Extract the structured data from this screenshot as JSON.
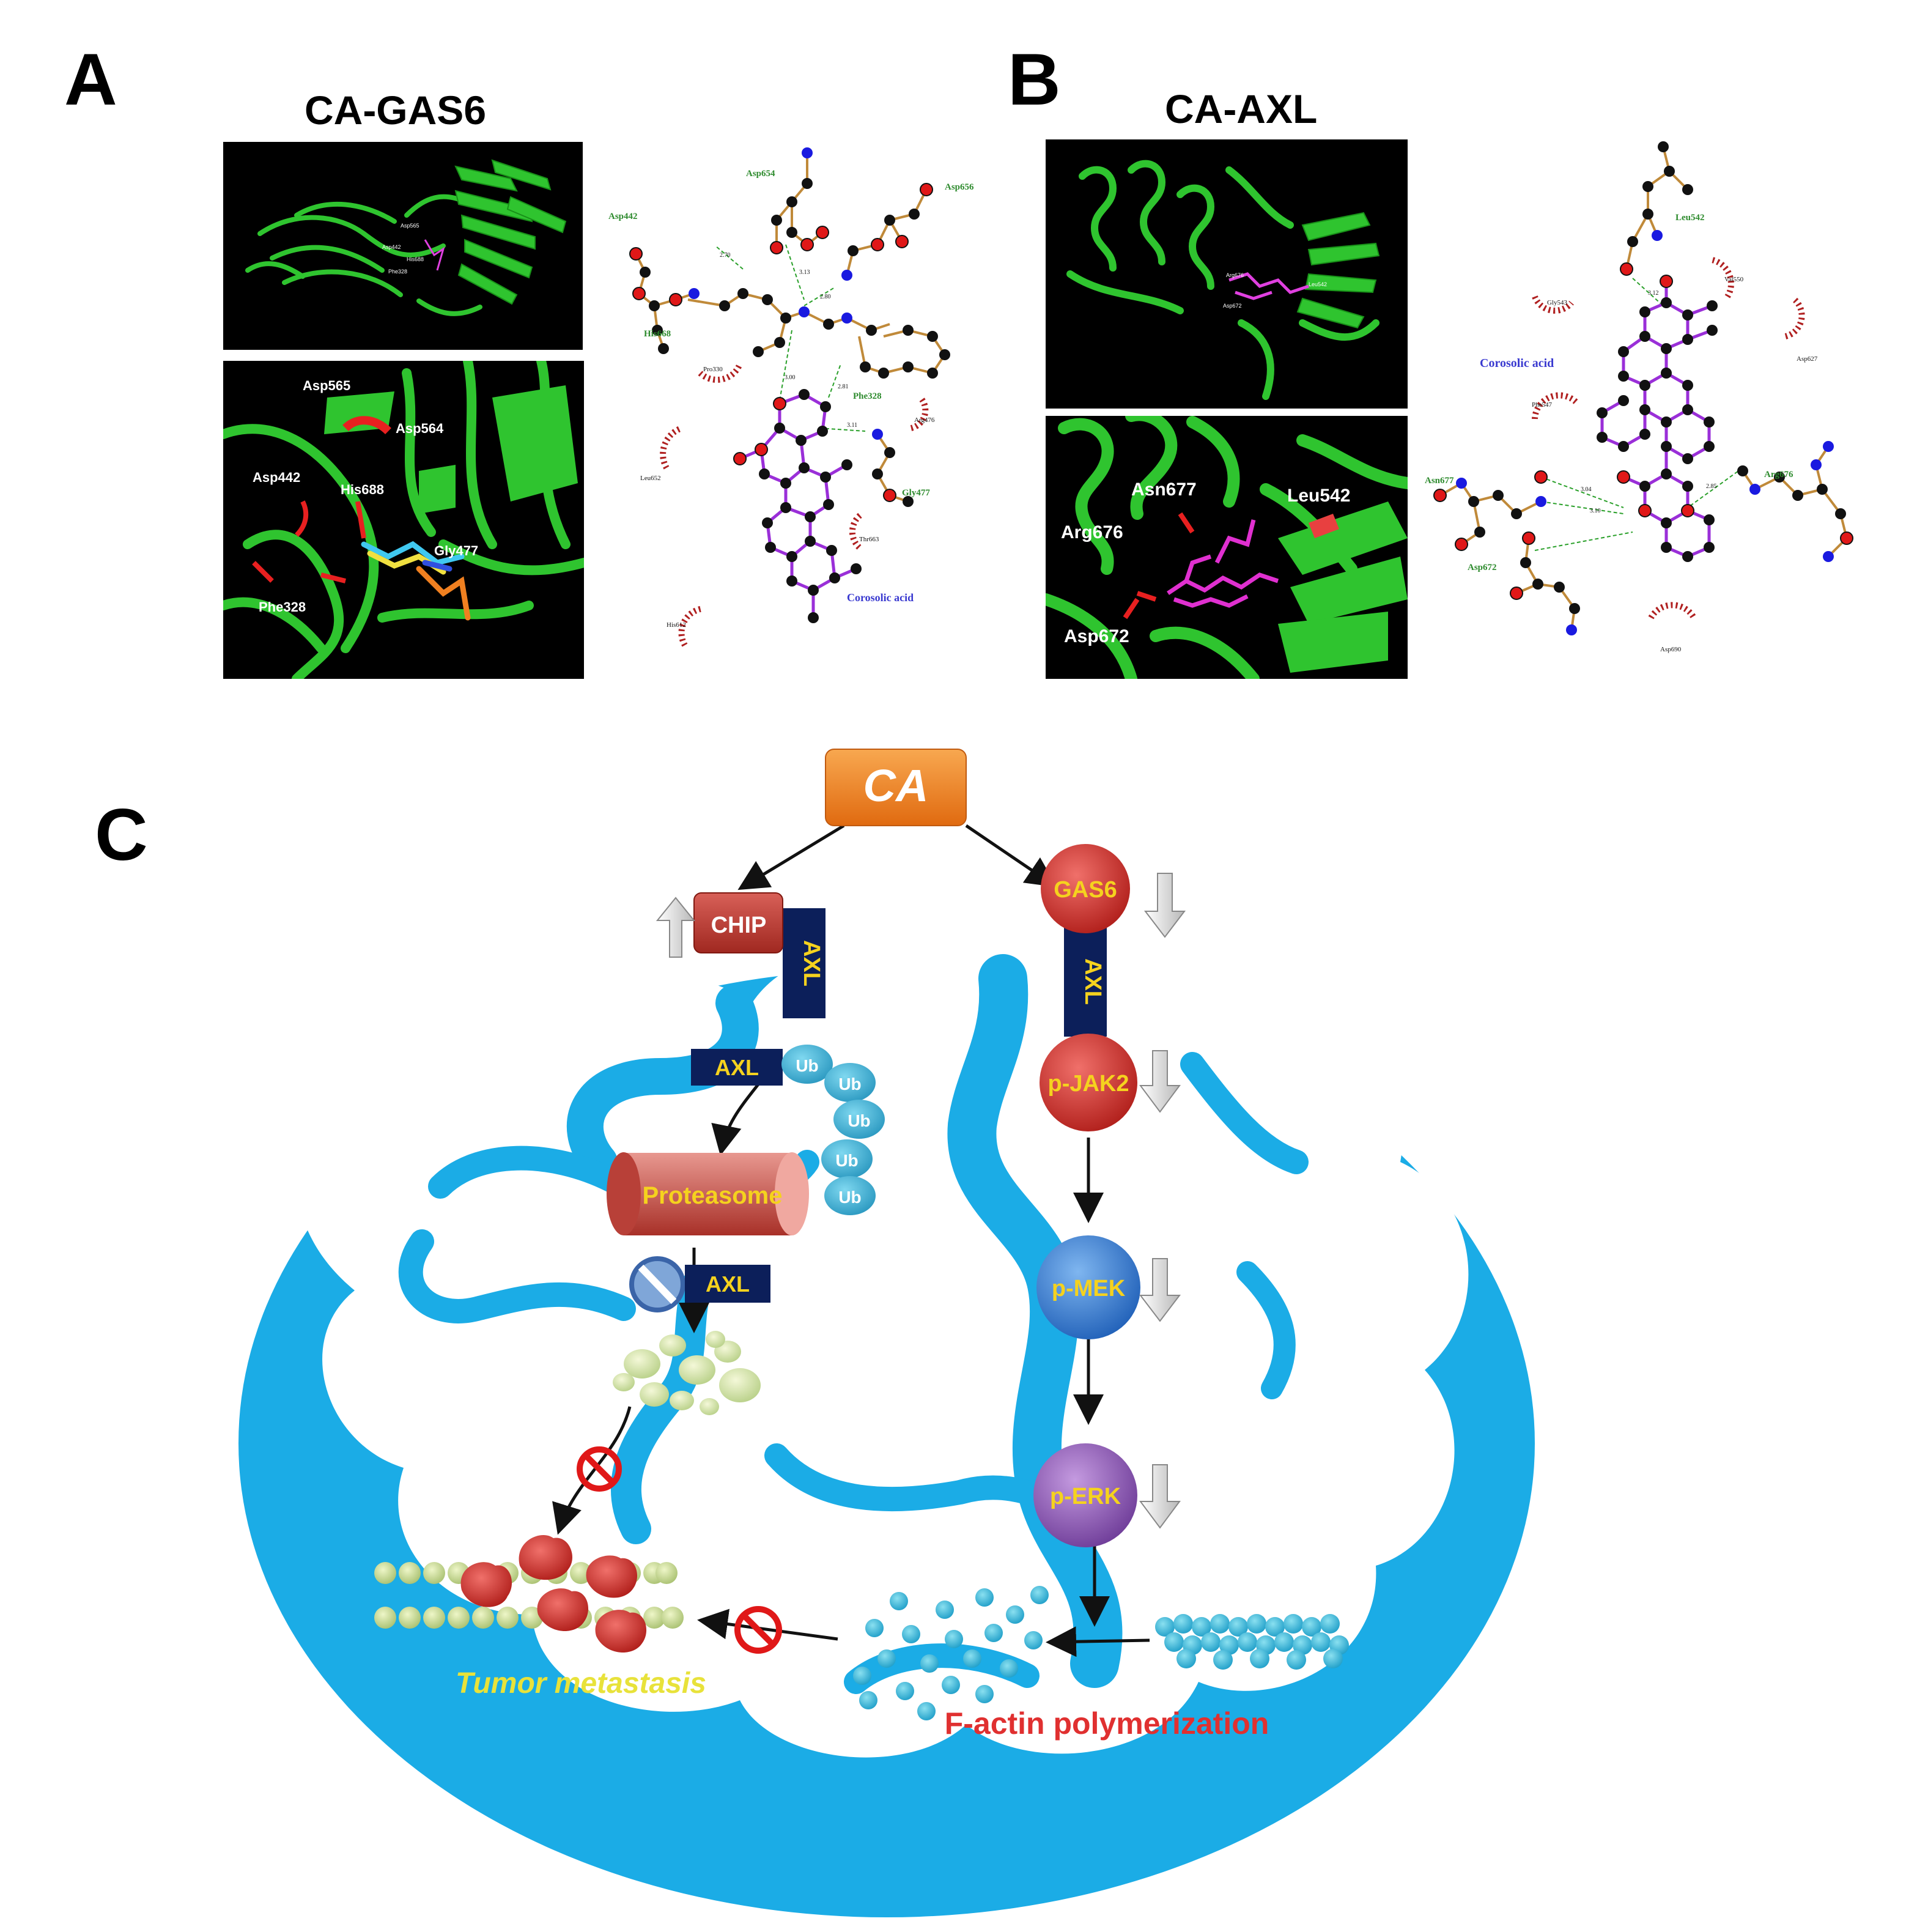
{
  "panels": {
    "A": {
      "letter": "A",
      "title": "CA-GAS6",
      "closeup_residues": [
        "Asp565",
        "Asp564",
        "Asp442",
        "His688",
        "Gly477",
        "Phe328"
      ],
      "ligplot": {
        "ligand": "Corosolic acid",
        "hbond_residues": [
          "Asp654",
          "Asp656",
          "Asp442",
          "His668",
          "Phe328",
          "Gly477"
        ],
        "hydrophobic_residues": [
          "Pro330",
          "Arg476",
          "Leu652",
          "Thr663",
          "His612"
        ],
        "distances": [
          "2.70",
          "3.13",
          "2.80",
          "3.00",
          "2.81",
          "3.11"
        ]
      }
    },
    "B": {
      "letter": "B",
      "title": "CA-AXL",
      "closeup_residues": [
        "Asn677",
        "Leu542",
        "Arg676",
        "Asp672"
      ],
      "ligplot": {
        "ligand": "Corosolic acid",
        "hbond_residues": [
          "Leu542",
          "Asn677",
          "Arg676",
          "Asp672"
        ],
        "hydrophobic_residues": [
          "Val550",
          "Gly543",
          "Asp627",
          "Phe547",
          "Asp690"
        ],
        "distances": [
          "3.12",
          "3.04",
          "3.10",
          "2.85"
        ]
      }
    },
    "C": {
      "letter": "C",
      "ca": "CA",
      "chip": "CHIP",
      "axl_receptor": "AXL",
      "axl_tag": "AXL",
      "axl_after": "AXL",
      "ub_labels": [
        "Ub",
        "Ub",
        "Ub",
        "Ub",
        "Ub"
      ],
      "proteasome": "Proteasome",
      "gas6": "GAS6",
      "axl_gas6": "AXL",
      "pjak2": "p-JAK2",
      "pmek": "p-MEK",
      "perk": "p-ERK",
      "tumor": "Tumor metastasis",
      "factin": "F-actin polymerization"
    }
  },
  "colors": {
    "cell": "#1bace6",
    "ca_box": "#f0801e",
    "chip_box": "#c0403a",
    "axl_box": "#0c1f5a",
    "label_yellow": "#f5d21e",
    "gas6": "#c8302c",
    "pmek": "#3a78c8",
    "perk": "#8a56b0",
    "tumor_text": "#e8e23a",
    "factin_text": "#e03030",
    "protein": "#22b822"
  }
}
